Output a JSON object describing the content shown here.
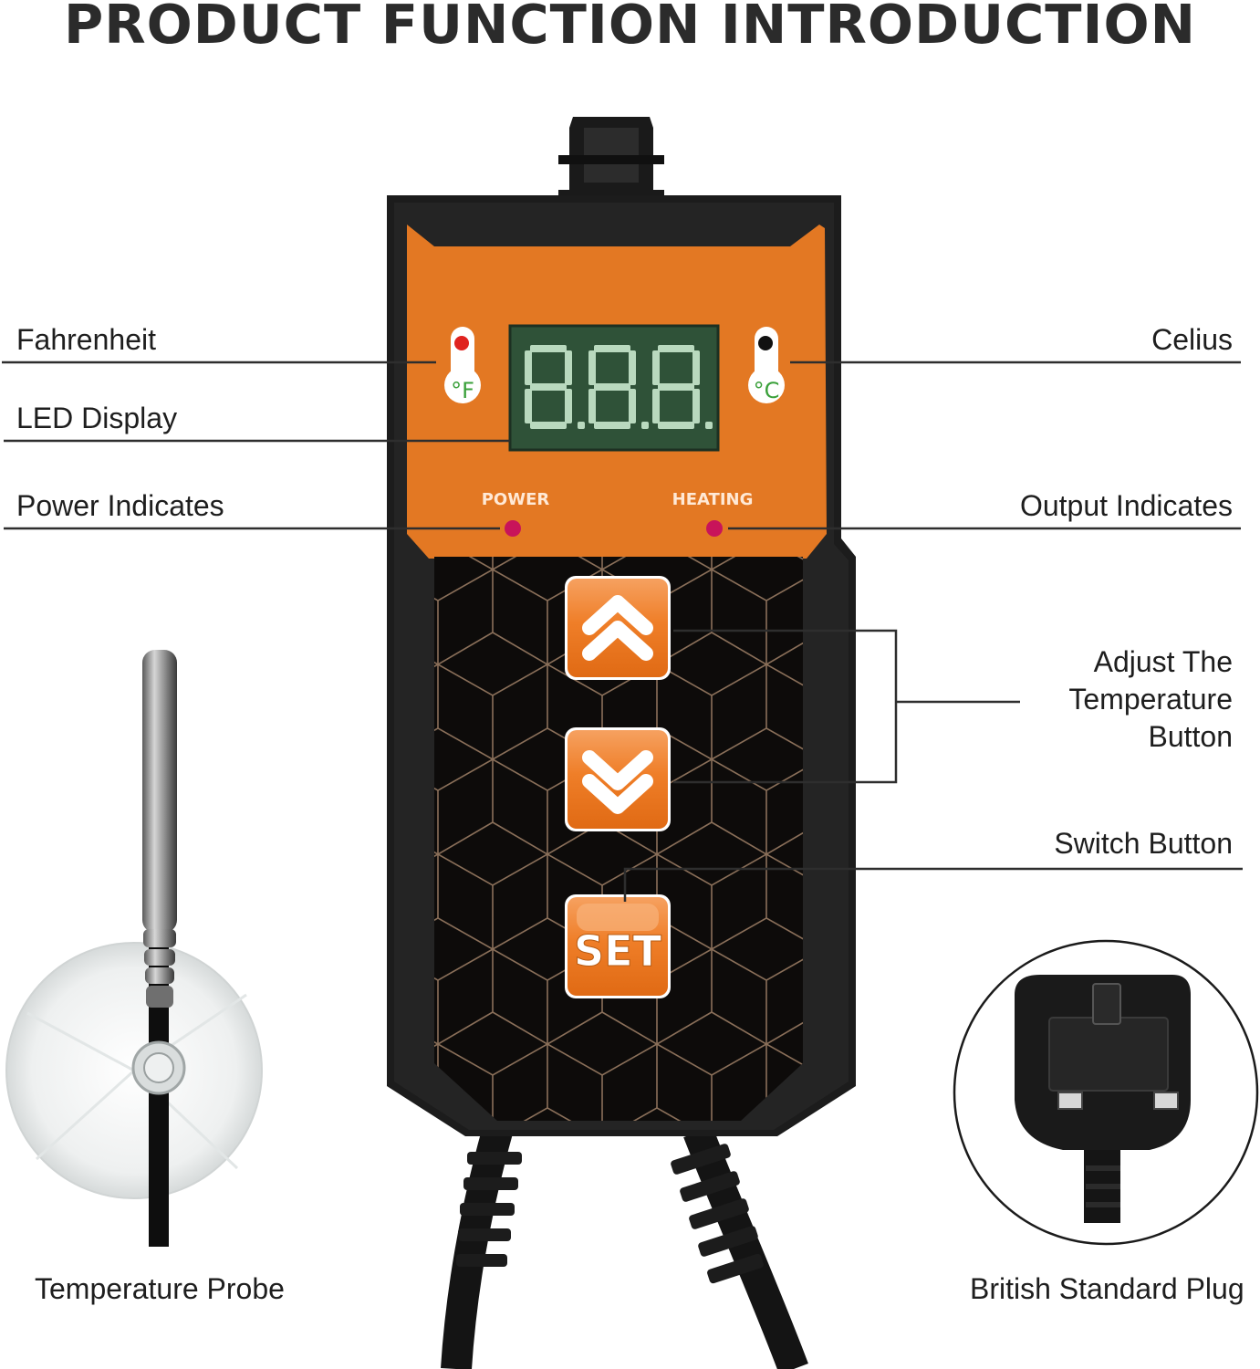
{
  "page": {
    "title": "PRODUCT FUNCTION INTRODUCTION"
  },
  "callouts": {
    "fahrenheit": "Fahrenheit",
    "celsius": "Celius",
    "led_display": "LED Display",
    "power_indicates": "Power Indicates",
    "output_indicates": "Output Indicates",
    "adjust_temperature_button": "Adjust The Temperature Button",
    "switch_button": "Switch Button",
    "temperature_probe": "Temperature Probe",
    "british_standard_plug": "British Standard Plug"
  },
  "device": {
    "display_digits": "8.8.8.",
    "unit_f": "°F",
    "unit_c": "°C",
    "power_label": "POWER",
    "heating_label": "HEATING",
    "set_label": "SET",
    "up_icon": "double-chevron-up-icon",
    "down_icon": "double-chevron-down-icon",
    "colors": {
      "body": "#1c1c1c",
      "panel_orange": "#e37823",
      "button_orange": "#ef7e28",
      "display_green": "#2f5238",
      "segment": "#b9d9be",
      "indicator": "#c8145a",
      "f_dot": "#e0231f",
      "c_dot": "#111111"
    }
  }
}
